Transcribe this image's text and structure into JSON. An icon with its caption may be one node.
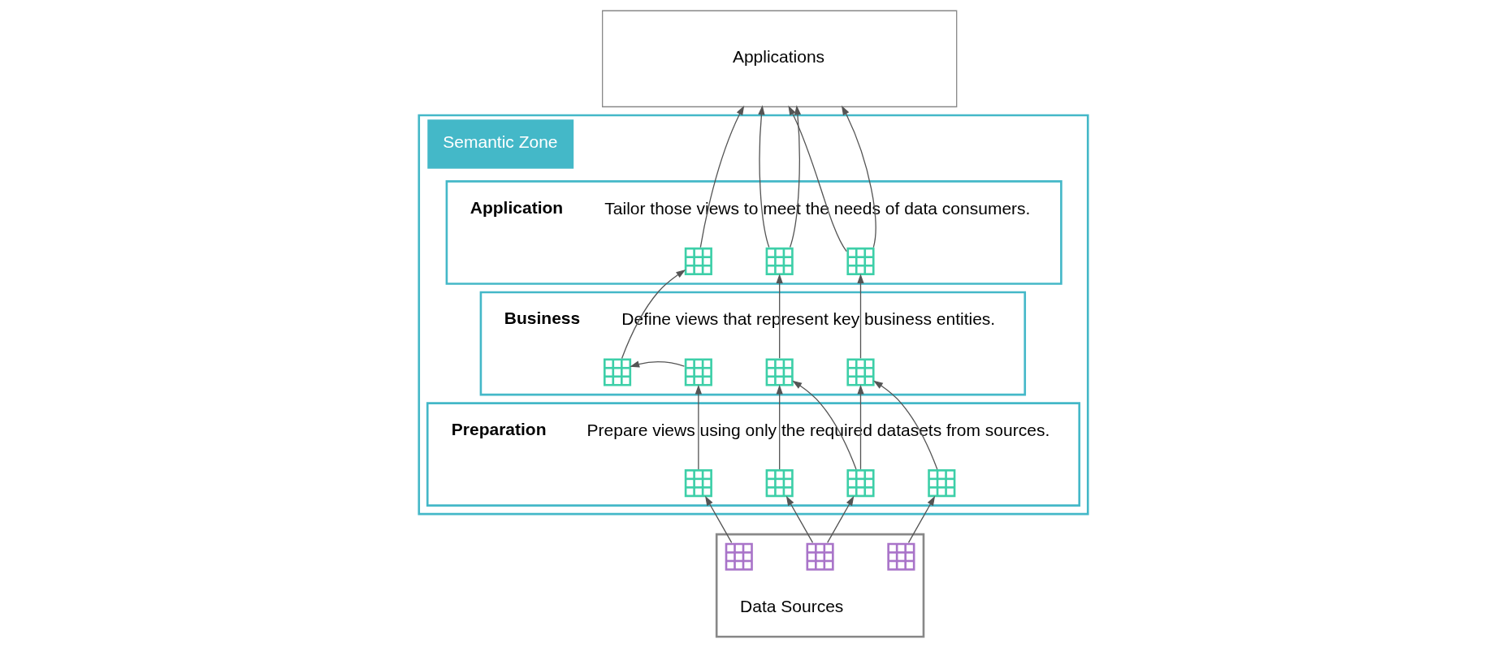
{
  "diagram": {
    "nodes": [
      {
        "text": [
          "Applications"
        ]
      },
      {
        "text": [
          "Semantic Zone"
        ]
      },
      {
        "text": [
          "Application",
          "Tailor those views to meet the needs of data consumers."
        ],
        "in": 1
      },
      {
        "text": [
          "Business",
          "Define views that represent key business entities."
        ],
        "in": 1
      },
      {
        "text": [
          "Preparation",
          "Prepare views using only the required datasets from sources."
        ],
        "in": 1
      },
      {
        "text": [
          "Data Sources"
        ]
      },
      {
        "text": [],
        "shape": "picture",
        "in": 2
      },
      {
        "text": [],
        "shape": "picture",
        "in": 2
      },
      {
        "text": [],
        "shape": "picture",
        "in": 2
      },
      {
        "text": [],
        "shape": "picture",
        "in": 3
      },
      {
        "text": [],
        "shape": "picture",
        "in": 3
      },
      {
        "text": [],
        "shape": "picture",
        "in": 3
      },
      {
        "text": [],
        "shape": "picture",
        "in": 3
      },
      {
        "text": [],
        "shape": "picture",
        "in": 4
      },
      {
        "text": [],
        "shape": "picture",
        "in": 4
      },
      {
        "text": [],
        "shape": "picture",
        "in": 4
      },
      {
        "text": [],
        "shape": "picture",
        "in": 4
      },
      {
        "text": [],
        "shape": "picture",
        "in": 5
      },
      {
        "text": [],
        "shape": "picture",
        "in": 5
      },
      {
        "text": [],
        "shape": "picture",
        "in": 5
      }
    ],
    "edges": [
      {
        "from": 6,
        "to": 0,
        "arrow": "to"
      },
      {
        "from": 7,
        "to": 0,
        "arrow": "to"
      },
      {
        "from": 7,
        "to": 0,
        "arrow": "to"
      },
      {
        "from": 8,
        "to": 0,
        "arrow": "to"
      },
      {
        "from": 8,
        "to": 0,
        "arrow": "to"
      },
      {
        "from": 9,
        "to": 6,
        "arrow": "to"
      },
      {
        "from": 10,
        "to": 9,
        "arrow": "to"
      },
      {
        "from": 11,
        "to": 7,
        "arrow": "to"
      },
      {
        "from": 12,
        "to": 8,
        "arrow": "to"
      },
      {
        "from": 13,
        "to": 10,
        "arrow": "to"
      },
      {
        "from": 14,
        "to": 11,
        "arrow": "to"
      },
      {
        "from": 15,
        "to": 11,
        "arrow": "to"
      },
      {
        "from": 15,
        "to": 12,
        "arrow": "to"
      },
      {
        "from": 16,
        "to": 12,
        "arrow": "to"
      },
      {
        "from": 17,
        "to": 13,
        "arrow": "to"
      },
      {
        "from": 18,
        "to": 14,
        "arrow": "to"
      },
      {
        "from": 18,
        "to": 15,
        "arrow": "to"
      },
      {
        "from": 19,
        "to": 16,
        "arrow": "to"
      }
    ]
  }
}
